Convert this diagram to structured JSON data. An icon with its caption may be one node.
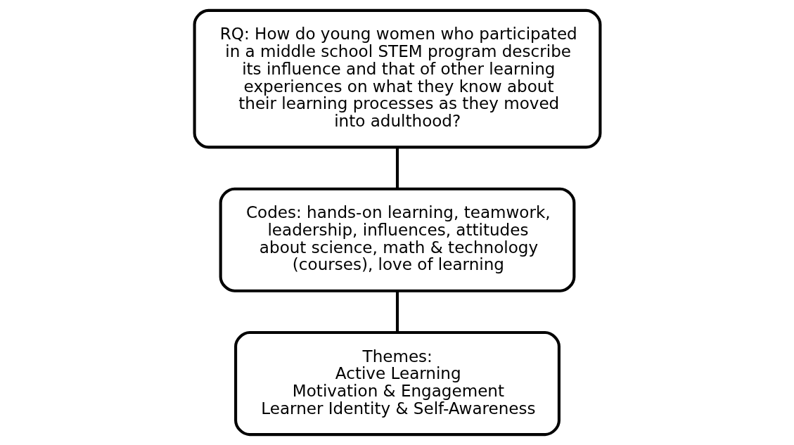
{
  "diagram": {
    "nodes": [
      {
        "text": [
          "RQ: How do young women who participated in a middle school STEM program describe its influence and that of other learning experiences on what they know about their learning processes as they moved into adulthood?"
        ]
      },
      {
        "text": [
          "Codes: hands-on learning, teamwork, leadership, influences, attitudes about science, math & technology (courses), love of learning"
        ]
      },
      {
        "text": [
          "Themes:",
          "Active Learning",
          "Motivation & Engagement",
          "Learner Identity & Self-Awareness"
        ]
      }
    ],
    "edges": [
      {
        "from": 0,
        "to": 1,
        "arrow": "none"
      },
      {
        "from": 1,
        "to": 2,
        "arrow": "none"
      }
    ]
  }
}
